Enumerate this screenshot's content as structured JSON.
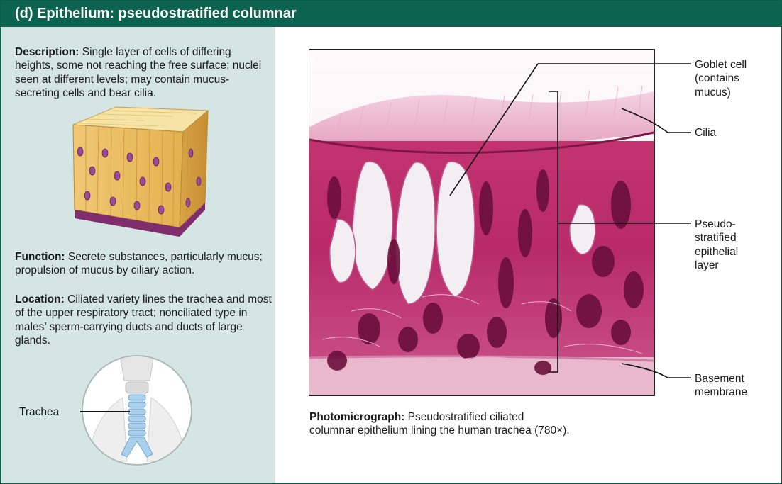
{
  "header": {
    "title": "(d)  Epithelium: pseudostratified columnar"
  },
  "description": {
    "heading": "Description:",
    "text": " Single layer of cells of differing heights, some not reaching the free surface; nuclei seen at different levels; may contain mucus-secreting cells and bear cilia."
  },
  "function": {
    "heading": "Function:",
    "text": " Secrete substances, particularly mucus; propulsion of mucus by ciliary action."
  },
  "location": {
    "heading": "Location:",
    "text": " Ciliated variety lines the trachea and most of the upper respiratory tract; nonciliated type in males’ sperm-carrying ducts and ducts of large glands."
  },
  "trachea_label": "Trachea",
  "labels": {
    "goblet": [
      "Goblet cell",
      "(contains",
      "mucus)"
    ],
    "cilia": "Cilia",
    "pseudo": [
      "Pseudo-",
      "stratified",
      "epithelial",
      "layer"
    ],
    "basement": [
      "Basement",
      "membrane"
    ]
  },
  "caption": {
    "heading": "Photomicrograph:",
    "text": " Pseudostratified ciliated",
    "line2": "columnar epithelium lining the human trachea (780×)."
  },
  "colors": {
    "header": "#0c6350",
    "panel": "#d4e5e4",
    "stain": "#b8246e",
    "nucleus": "#7a1545"
  }
}
